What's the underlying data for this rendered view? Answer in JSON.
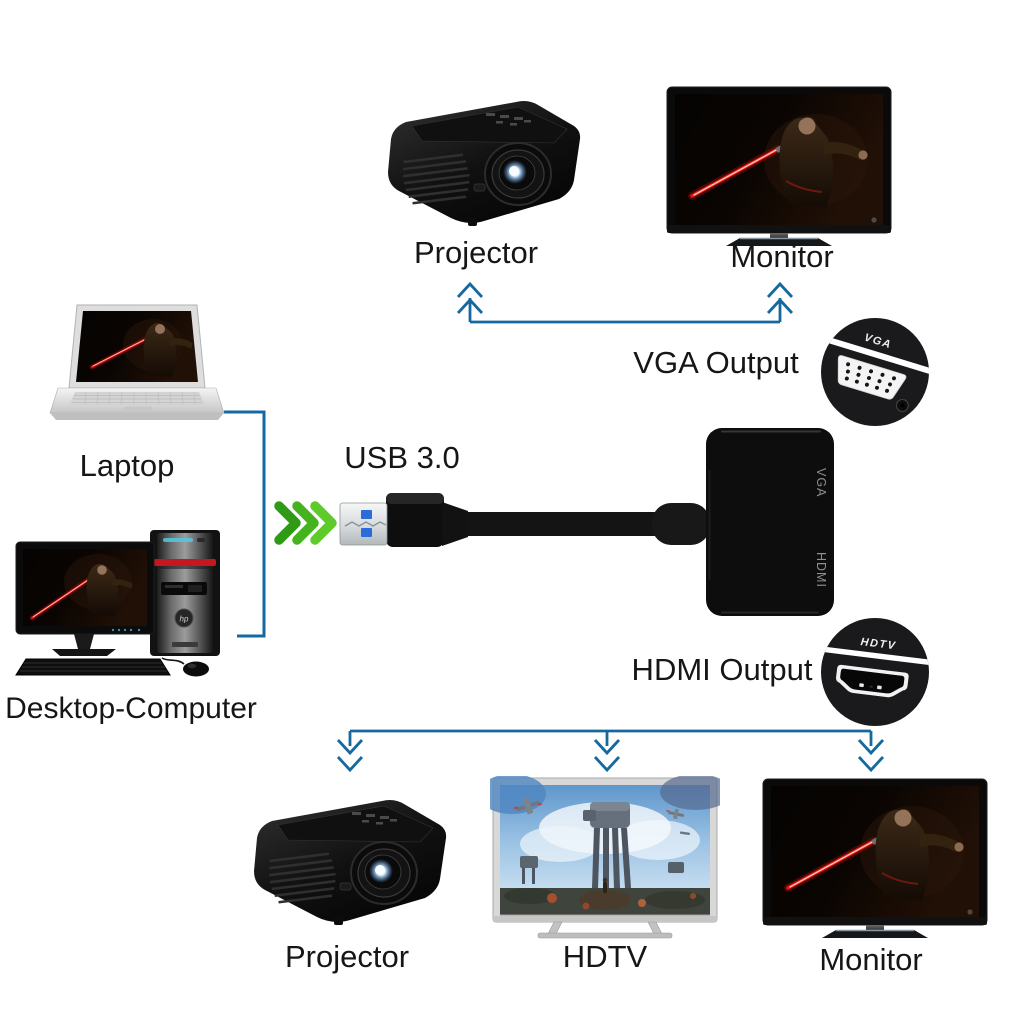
{
  "colors": {
    "background": "#ffffff",
    "connector_blue": "#15699f",
    "chevron_green": "#45b31e",
    "label_text": "#161616",
    "accent_red_stripe": "#c3181f",
    "usb_contact_blue": "#2c6cd8"
  },
  "usb": {
    "label": "USB 3.0"
  },
  "sources": {
    "laptop": {
      "label": "Laptop"
    },
    "desktop": {
      "label": "Desktop-Computer",
      "tower_logo": "hp"
    }
  },
  "adapter": {
    "vga_port_label": "VGA",
    "hdmi_port_label": "HDMI"
  },
  "vga_branch": {
    "label": "VGA Output",
    "badge": "VGA",
    "devices": [
      {
        "label": "Projector"
      },
      {
        "label": "Monitor"
      }
    ]
  },
  "hdmi_branch": {
    "label": "HDMI Output",
    "badge": "HDTV",
    "devices": [
      {
        "label": "Projector"
      },
      {
        "label": "HDTV"
      },
      {
        "label": "Monitor"
      }
    ]
  }
}
